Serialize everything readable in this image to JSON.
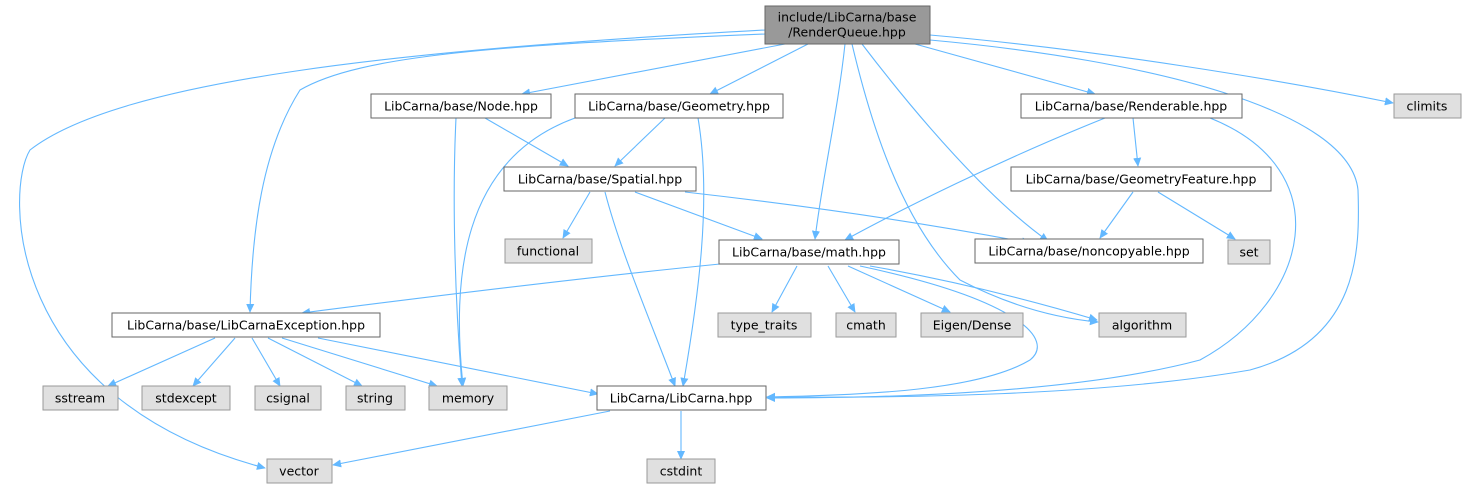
{
  "graph": {
    "edge_color": "#63b8ff",
    "nodes": {
      "root": {
        "line1": "include/LibCarna/base",
        "line2": "/RenderQueue.hpp",
        "kind": "root"
      },
      "node_hpp": {
        "label": "LibCarna/base/Node.hpp",
        "kind": "doc"
      },
      "geometry_hpp": {
        "label": "LibCarna/base/Geometry.hpp",
        "kind": "doc"
      },
      "renderable_hpp": {
        "label": "LibCarna/base/Renderable.hpp",
        "kind": "doc"
      },
      "climits": {
        "label": "climits",
        "kind": "ext"
      },
      "spatial_hpp": {
        "label": "LibCarna/base/Spatial.hpp",
        "kind": "doc"
      },
      "geometryfeature_hpp": {
        "label": "LibCarna/base/GeometryFeature.hpp",
        "kind": "doc"
      },
      "functional": {
        "label": "functional",
        "kind": "ext"
      },
      "math_hpp": {
        "label": "LibCarna/base/math.hpp",
        "kind": "doc"
      },
      "noncopyable_hpp": {
        "label": "LibCarna/base/noncopyable.hpp",
        "kind": "doc"
      },
      "set": {
        "label": "set",
        "kind": "ext"
      },
      "exception_hpp": {
        "label": "LibCarna/base/LibCarnaException.hpp",
        "kind": "doc"
      },
      "type_traits": {
        "label": "type_traits",
        "kind": "ext"
      },
      "cmath": {
        "label": "cmath",
        "kind": "ext"
      },
      "eigen_dense": {
        "label": "Eigen/Dense",
        "kind": "ext"
      },
      "algorithm": {
        "label": "algorithm",
        "kind": "ext"
      },
      "sstream": {
        "label": "sstream",
        "kind": "ext"
      },
      "stdexcept": {
        "label": "stdexcept",
        "kind": "ext"
      },
      "csignal": {
        "label": "csignal",
        "kind": "ext"
      },
      "string": {
        "label": "string",
        "kind": "ext"
      },
      "memory": {
        "label": "memory",
        "kind": "ext"
      },
      "libcarna_hpp": {
        "label": "LibCarna/LibCarna.hpp",
        "kind": "doc"
      },
      "vector": {
        "label": "vector",
        "kind": "ext"
      },
      "cstdint": {
        "label": "cstdint",
        "kind": "ext"
      }
    },
    "edges": [
      [
        "root",
        "node_hpp"
      ],
      [
        "root",
        "geometry_hpp"
      ],
      [
        "root",
        "renderable_hpp"
      ],
      [
        "root",
        "climits"
      ],
      [
        "root",
        "math_hpp"
      ],
      [
        "root",
        "noncopyable_hpp"
      ],
      [
        "root",
        "algorithm"
      ],
      [
        "root",
        "libcarna_hpp"
      ],
      [
        "root",
        "exception_hpp"
      ],
      [
        "root",
        "vector"
      ],
      [
        "node_hpp",
        "spatial_hpp"
      ],
      [
        "node_hpp",
        "memory"
      ],
      [
        "geometry_hpp",
        "spatial_hpp"
      ],
      [
        "geometry_hpp",
        "memory"
      ],
      [
        "geometry_hpp",
        "libcarna_hpp"
      ],
      [
        "spatial_hpp",
        "functional"
      ],
      [
        "spatial_hpp",
        "math_hpp"
      ],
      [
        "spatial_hpp",
        "noncopyable_hpp"
      ],
      [
        "spatial_hpp",
        "libcarna_hpp"
      ],
      [
        "renderable_hpp",
        "geometryfeature_hpp"
      ],
      [
        "renderable_hpp",
        "math_hpp"
      ],
      [
        "renderable_hpp",
        "libcarna_hpp"
      ],
      [
        "geometryfeature_hpp",
        "noncopyable_hpp"
      ],
      [
        "geometryfeature_hpp",
        "set"
      ],
      [
        "math_hpp",
        "exception_hpp"
      ],
      [
        "math_hpp",
        "type_traits"
      ],
      [
        "math_hpp",
        "cmath"
      ],
      [
        "math_hpp",
        "eigen_dense"
      ],
      [
        "math_hpp",
        "algorithm"
      ],
      [
        "math_hpp",
        "libcarna_hpp"
      ],
      [
        "exception_hpp",
        "sstream"
      ],
      [
        "exception_hpp",
        "stdexcept"
      ],
      [
        "exception_hpp",
        "csignal"
      ],
      [
        "exception_hpp",
        "string"
      ],
      [
        "exception_hpp",
        "memory"
      ],
      [
        "exception_hpp",
        "libcarna_hpp"
      ],
      [
        "libcarna_hpp",
        "vector"
      ],
      [
        "libcarna_hpp",
        "cstdint"
      ]
    ]
  }
}
